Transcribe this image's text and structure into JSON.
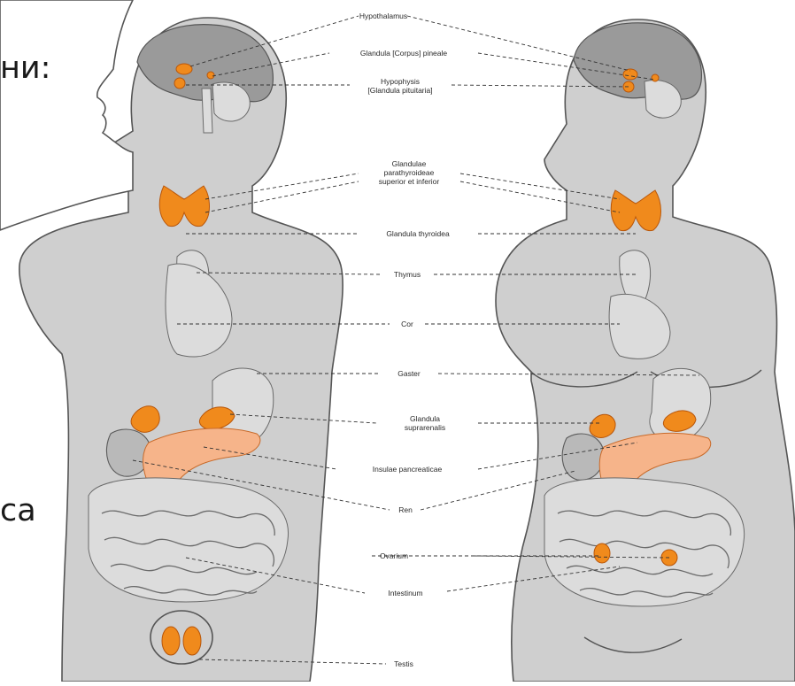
{
  "slide_fragments": {
    "top_left": "ни:",
    "bottom_left": "са"
  },
  "labels": [
    {
      "id": "hypothalamus",
      "text": "Hypothalamus"
    },
    {
      "id": "pineal",
      "text": "Glandula [Corpus] pineale"
    },
    {
      "id": "hypophysis",
      "text": "Hypophysis"
    },
    {
      "id": "hypophysis_sub",
      "text": "[Glandula pituitaria]"
    },
    {
      "id": "parathyroid_1",
      "text": "Glandulae"
    },
    {
      "id": "parathyroid_2",
      "text": "parathyroideae"
    },
    {
      "id": "parathyroid_3",
      "text": "superior et inferior"
    },
    {
      "id": "thyroid",
      "text": "Glandula thyroidea"
    },
    {
      "id": "thymus",
      "text": "Thymus"
    },
    {
      "id": "cor",
      "text": "Cor"
    },
    {
      "id": "gaster",
      "text": "Gaster"
    },
    {
      "id": "suprarenal_1",
      "text": "Glandula"
    },
    {
      "id": "suprarenal_2",
      "text": "suprarenalis"
    },
    {
      "id": "insulae",
      "text": "Insulae pancreaticae"
    },
    {
      "id": "ren",
      "text": "Ren"
    },
    {
      "id": "ovarium",
      "text": "Ovarium"
    },
    {
      "id": "intestinum",
      "text": "Intestinum"
    },
    {
      "id": "testis",
      "text": "Testis"
    }
  ],
  "colors": {
    "gland": "#f08a1c",
    "body": "#cfcfcf",
    "outline": "#555555"
  }
}
